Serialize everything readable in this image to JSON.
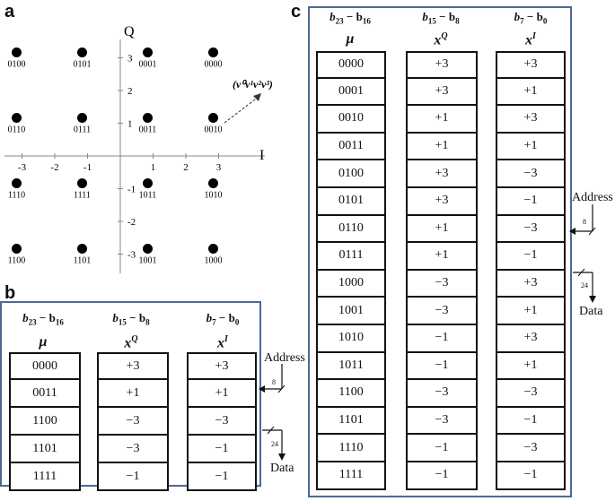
{
  "panels": {
    "a": "a",
    "b": "b",
    "c": "c"
  },
  "constellation": {
    "axis_i": "I",
    "axis_q": "Q",
    "x_ticks": [
      "-3",
      "-2",
      "-1",
      "1",
      "2",
      "3"
    ],
    "y_ticks": [
      "3",
      "2",
      "1",
      "-1",
      "-2",
      "-3"
    ],
    "annotation": "(v⁰v¹v²v³)",
    "points": [
      {
        "label": "0100",
        "i": -3,
        "q": 3
      },
      {
        "label": "0101",
        "i": -1,
        "q": 3
      },
      {
        "label": "0001",
        "i": 1,
        "q": 3
      },
      {
        "label": "0000",
        "i": 3,
        "q": 3
      },
      {
        "label": "0110",
        "i": -3,
        "q": 1
      },
      {
        "label": "0111",
        "i": -1,
        "q": 1
      },
      {
        "label": "0011",
        "i": 1,
        "q": 1
      },
      {
        "label": "0010",
        "i": 3,
        "q": 1
      },
      {
        "label": "1110",
        "i": -3,
        "q": -1
      },
      {
        "label": "1111",
        "i": -1,
        "q": -1
      },
      {
        "label": "1011",
        "i": 1,
        "q": -1
      },
      {
        "label": "1010",
        "i": 3,
        "q": -1
      },
      {
        "label": "1100",
        "i": -3,
        "q": -3
      },
      {
        "label": "1101",
        "i": -1,
        "q": -3
      },
      {
        "label": "1001",
        "i": 1,
        "q": -3
      },
      {
        "label": "1000",
        "i": 3,
        "q": -3
      }
    ]
  },
  "headers": {
    "h1": {
      "b": "b",
      "s1": "23",
      "mid": " − b",
      "s2": "16"
    },
    "h2": {
      "b": "b",
      "s1": "15",
      "mid": " − b",
      "s2": "8"
    },
    "h3": {
      "b": "b",
      "s1": "7",
      "mid": " − b",
      "s2": "0"
    },
    "mu": "μ",
    "xq": "x",
    "xq_sup": "Q",
    "xi": "x",
    "xi_sup": "I"
  },
  "table_b": {
    "mu": [
      "0000",
      "0011",
      "1100",
      "1101",
      "1111"
    ],
    "xq": [
      "+3",
      "+1",
      "−3",
      "−3",
      "−1"
    ],
    "xi": [
      "+3",
      "+1",
      "−3",
      "−1",
      "−1"
    ]
  },
  "table_c": {
    "mu": [
      "0000",
      "0001",
      "0010",
      "0011",
      "0100",
      "0101",
      "0110",
      "0111",
      "1000",
      "1001",
      "1010",
      "1011",
      "1100",
      "1101",
      "1110",
      "1111"
    ],
    "xq": [
      "+3",
      "+3",
      "+1",
      "+1",
      "+3",
      "+3",
      "+1",
      "+1",
      "−3",
      "−3",
      "−1",
      "−1",
      "−3",
      "−3",
      "−1",
      "−1"
    ],
    "xi": [
      "+3",
      "+1",
      "+3",
      "+1",
      "−3",
      "−1",
      "−3",
      "−1",
      "+3",
      "+1",
      "+3",
      "+1",
      "−3",
      "−1",
      "−3",
      "−1"
    ]
  },
  "io": {
    "address": "Address",
    "data": "Data",
    "addr_bits": "8",
    "data_bits": "24"
  }
}
